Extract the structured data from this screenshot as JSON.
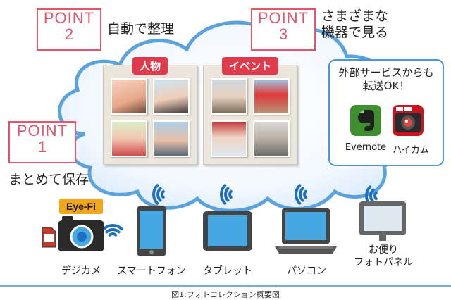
{
  "points": [
    {
      "label": "POINT",
      "number": "1",
      "desc_lines": [
        "まとめて保存"
      ]
    },
    {
      "label": "POINT",
      "number": "2",
      "desc_lines": [
        "自動で整理"
      ]
    },
    {
      "label": "POINT",
      "number": "3",
      "desc_lines": [
        "さまざまな",
        "機器で見る"
      ]
    }
  ],
  "boards": {
    "people": {
      "label": "人物"
    },
    "event": {
      "label": "イベント"
    }
  },
  "services": {
    "title_lines": [
      "外部サービスからも",
      "転送OK！"
    ],
    "items": [
      "Evernote",
      "ハイカム"
    ]
  },
  "devices": {
    "eyefi_logo": "Eye-Fi",
    "camera": "デジカメ",
    "smartphone": "スマートフォン",
    "tablet": "タブレット",
    "pc": "パソコン",
    "photo_panel_lines": [
      "お便り",
      "フォトパネル"
    ]
  },
  "caption": "図1:フォトコレクション概要図",
  "colors": {
    "accent_red": "#e0566a",
    "cloud_blue": "#5aa3dd",
    "wifi_blue": "#1e6fc0",
    "evernote_green": "#3f8f2e"
  }
}
